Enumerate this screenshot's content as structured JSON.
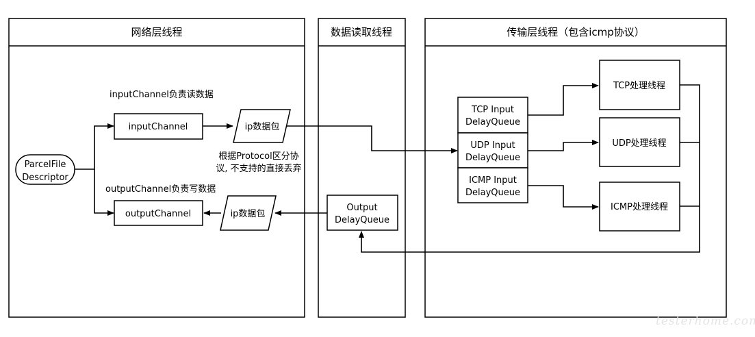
{
  "lanes": {
    "network": "网络层线程",
    "reader": "数据读取线程",
    "transport": "传输层线程（包含icmp协议）"
  },
  "nodes": {
    "parcel_fd": [
      "ParcelFile",
      "Descriptor"
    ],
    "input_channel": "inputChannel",
    "output_channel": "outputChannel",
    "ip_packet_in": "ip数据包",
    "ip_packet_out": "ip数据包",
    "output_queue": [
      "Output",
      "DelayQueue"
    ],
    "tcp_queue": [
      "TCP Input",
      "DelayQueue"
    ],
    "udp_queue": [
      "UDP Input",
      "DelayQueue"
    ],
    "icmp_queue": [
      "ICMP Input",
      "DelayQueue"
    ],
    "tcp_thread": "TCP处理线程",
    "udp_thread": "UDP处理线程",
    "icmp_thread": "ICMP处理线程"
  },
  "annotations": {
    "input_note": "inputChannel负责读数据",
    "output_note": "outputChannel负责写数据",
    "protocol_note": [
      "根据Protocol区分协",
      "议, 不支持的直接丢弃"
    ]
  },
  "watermark": "testerhome.com"
}
